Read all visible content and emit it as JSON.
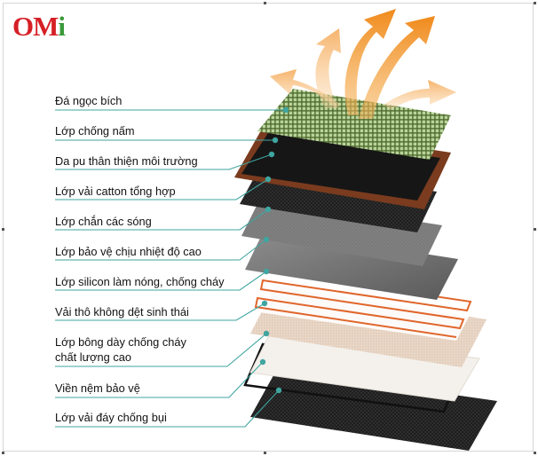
{
  "logo": {
    "part1": "OM",
    "part2": "i"
  },
  "colors": {
    "leader": "#3fa5a0",
    "arrow": "#f39b2e",
    "heater": "#e0662c",
    "frame_brown": "#7a3b1e"
  },
  "layers": [
    {
      "label": "Đá ngọc bích"
    },
    {
      "label": "Lớp chống nấm"
    },
    {
      "label": "Da pu thân thiện môi trường"
    },
    {
      "label": "Lớp vải catton tổng hợp"
    },
    {
      "label": "Lớp chắn các sóng"
    },
    {
      "label": "Lớp bảo vệ chịu nhiệt độ cao"
    },
    {
      "label": "Lớp silicon làm nóng, chống cháy"
    },
    {
      "label": "Vải thô không dệt sinh thái"
    },
    {
      "label": "Lớp bông dày chống cháy",
      "label2": "chất lượng cao"
    },
    {
      "label": "Viền nệm bảo vệ"
    },
    {
      "label": "Lớp vải đáy chống bụi"
    }
  ]
}
